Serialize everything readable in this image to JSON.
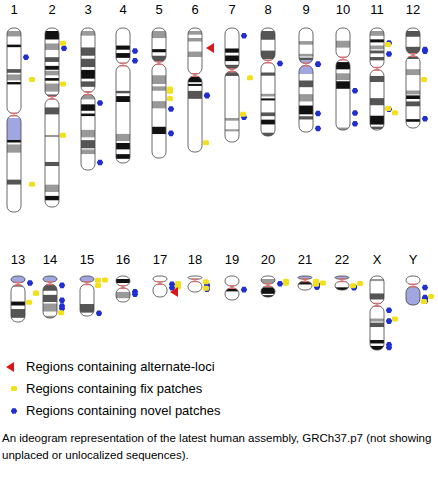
{
  "diagram": {
    "caption": "An ideogram representation of the latest human assembly, GRCh37.p7 (not showing unplaced or unlocalized sequences).",
    "labels": [
      "1",
      "2",
      "3",
      "4",
      "5",
      "6",
      "7",
      "8",
      "9",
      "10",
      "11",
      "12",
      "13",
      "14",
      "15",
      "16",
      "17",
      "18",
      "19",
      "20",
      "21",
      "22",
      "X",
      "Y"
    ],
    "legend": [
      {
        "text": "Regions containing alternate-loci"
      },
      {
        "text": "Regions containing fix patches"
      },
      {
        "text": "Regions containing novel patches"
      }
    ]
  }
}
